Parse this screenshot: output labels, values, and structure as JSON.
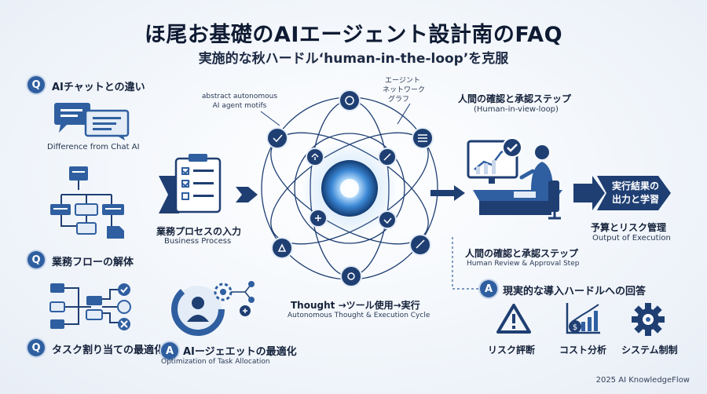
{
  "header": {
    "title": "ほ尾お基礎のAIエージェント設計南のFAQ",
    "subtitle": "実施的な秋ハードル‘human-in-the-loop’を克服"
  },
  "left_panel": {
    "q1": {
      "badge": "Q",
      "label": "AIチャットとの違い",
      "caption": "Difference from Chat AI"
    },
    "q2": {
      "badge": "Q",
      "label": "業務フローの解体"
    },
    "q3": {
      "badge": "Q",
      "label": "タスク割り当ての最適化"
    }
  },
  "process": {
    "label_jp": "業務プロセスの入力",
    "label_en": "Business Process"
  },
  "center": {
    "motif_label_1": "abstract autonomous",
    "motif_label_2": "AI agent motifs",
    "network_label_1": "エージント",
    "network_label_2": "ネットワーク",
    "network_label_3": "グラフ",
    "cycle_label_jp": "Thought →ツール使用→実行",
    "cycle_label_en": "Autonomous Thought & Execution Cycle"
  },
  "answer_bottom": {
    "badge": "A",
    "label": "AIージェエットの最適化",
    "caption": "Optimization of Task Allocation"
  },
  "right_panel": {
    "step_title": "人間の確認と承認ステップ",
    "step_sub": "(Human-in-view-loop)",
    "review_title": "人間の確認と承認ステップ",
    "review_sub": "Human Review & Approval Step",
    "result_arrow_1": "実行結果の",
    "result_arrow_2": "出力と学習",
    "risk_title": "予算とリスク管理",
    "risk_sub": "Output of Execution",
    "answer": {
      "badge": "A",
      "label": "現実的な導入ハードルへの回答"
    },
    "items": [
      {
        "label": "リスク評断",
        "icon": "warning-icon"
      },
      {
        "label": "コスト分析",
        "icon": "cost-chart-icon"
      },
      {
        "label": "システム制制",
        "icon": "gear-icon"
      }
    ]
  },
  "footer": {
    "text": "2025 AI KnowledgeFlow"
  },
  "colors": {
    "primary": "#2f5fa0",
    "dark": "#1f3f73",
    "light": "#c9d7ea",
    "text": "#14213a"
  }
}
